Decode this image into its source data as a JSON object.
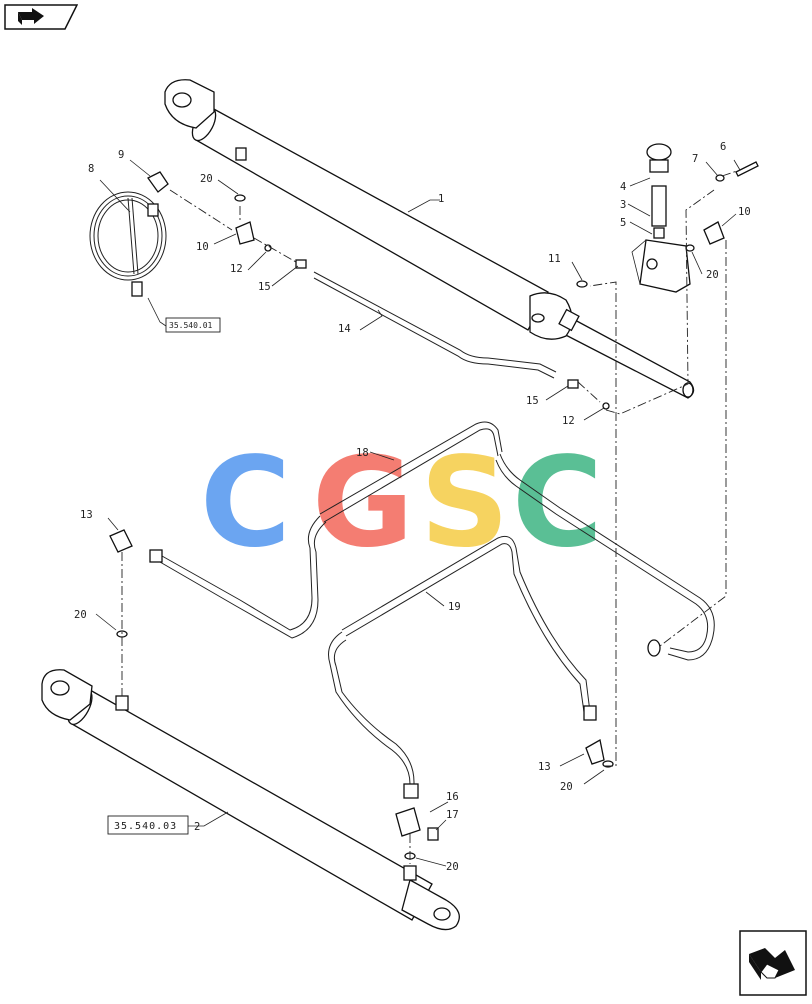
{
  "navigation": {
    "prev_icon": "prev-page-arrow-icon",
    "next_icon": "next-page-arrow-icon"
  },
  "watermark": {
    "letters": [
      "C",
      "G",
      "S",
      "C"
    ],
    "colors": [
      "#5b9cf0",
      "#f36f63",
      "#f6cf4f",
      "#49b98a"
    ]
  },
  "callouts": [
    "1",
    "2",
    "3",
    "4",
    "5",
    "6",
    "7",
    "8",
    "9",
    "10",
    "10",
    "11",
    "12",
    "12",
    "13",
    "13",
    "14",
    "15",
    "15",
    "16",
    "17",
    "18",
    "19",
    "20",
    "20",
    "20",
    "20",
    "20"
  ],
  "references": {
    "ref_hose": "35.540.01",
    "ref_cylinder": "35.540.03"
  },
  "colors": {
    "line": "#222222",
    "background": "#ffffff"
  }
}
